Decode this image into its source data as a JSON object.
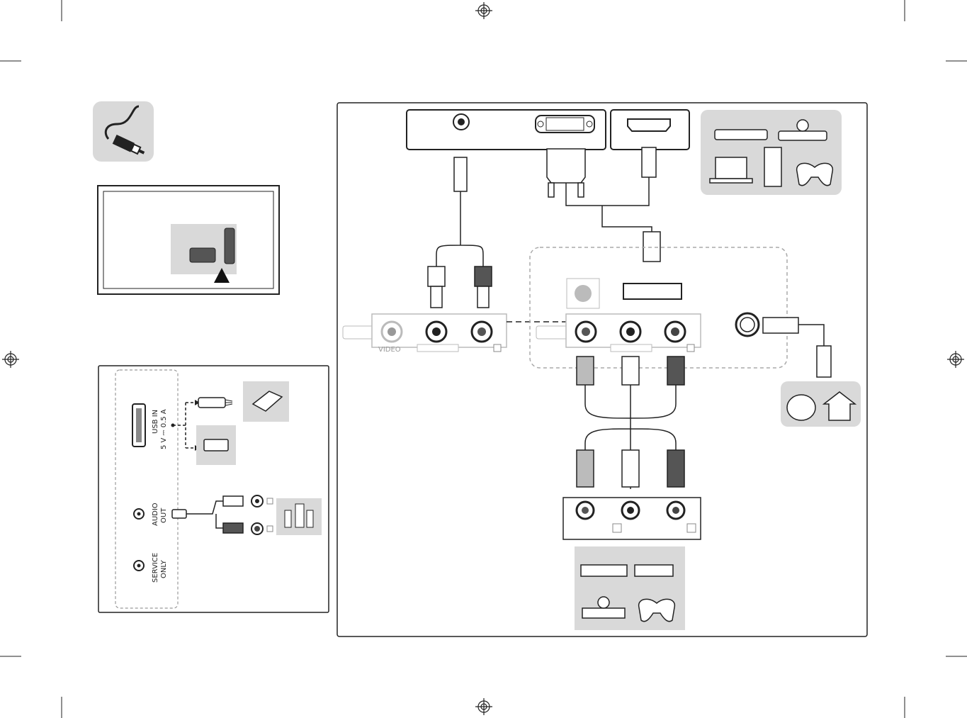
{
  "usb_panel": {
    "usb_label": "USB IN",
    "usb_rating": "5 V ⎓ 0.5 A",
    "audio_label": "AUDIO",
    "audio_label_2": "OUT",
    "service_label": "SERVICE",
    "service_label_2": "ONLY"
  },
  "av_panel": {
    "video_label": "VIDEO"
  },
  "colors": {
    "line": "#222222",
    "panel_bg": "#d9d9d9",
    "dark_plug": "#555555",
    "grey_plug": "#bbbbbb"
  },
  "icons": [
    "cable-icon",
    "tv-back-icon",
    "usb-hdd-icon",
    "usb-stick-icon",
    "speaker-icon",
    "dvd-player-icon",
    "blu-ray-icon",
    "laptop-icon",
    "pc-tower-icon",
    "gamepad-icon",
    "antenna-house-icon",
    "vcr-icon",
    "set-top-box-icon"
  ]
}
